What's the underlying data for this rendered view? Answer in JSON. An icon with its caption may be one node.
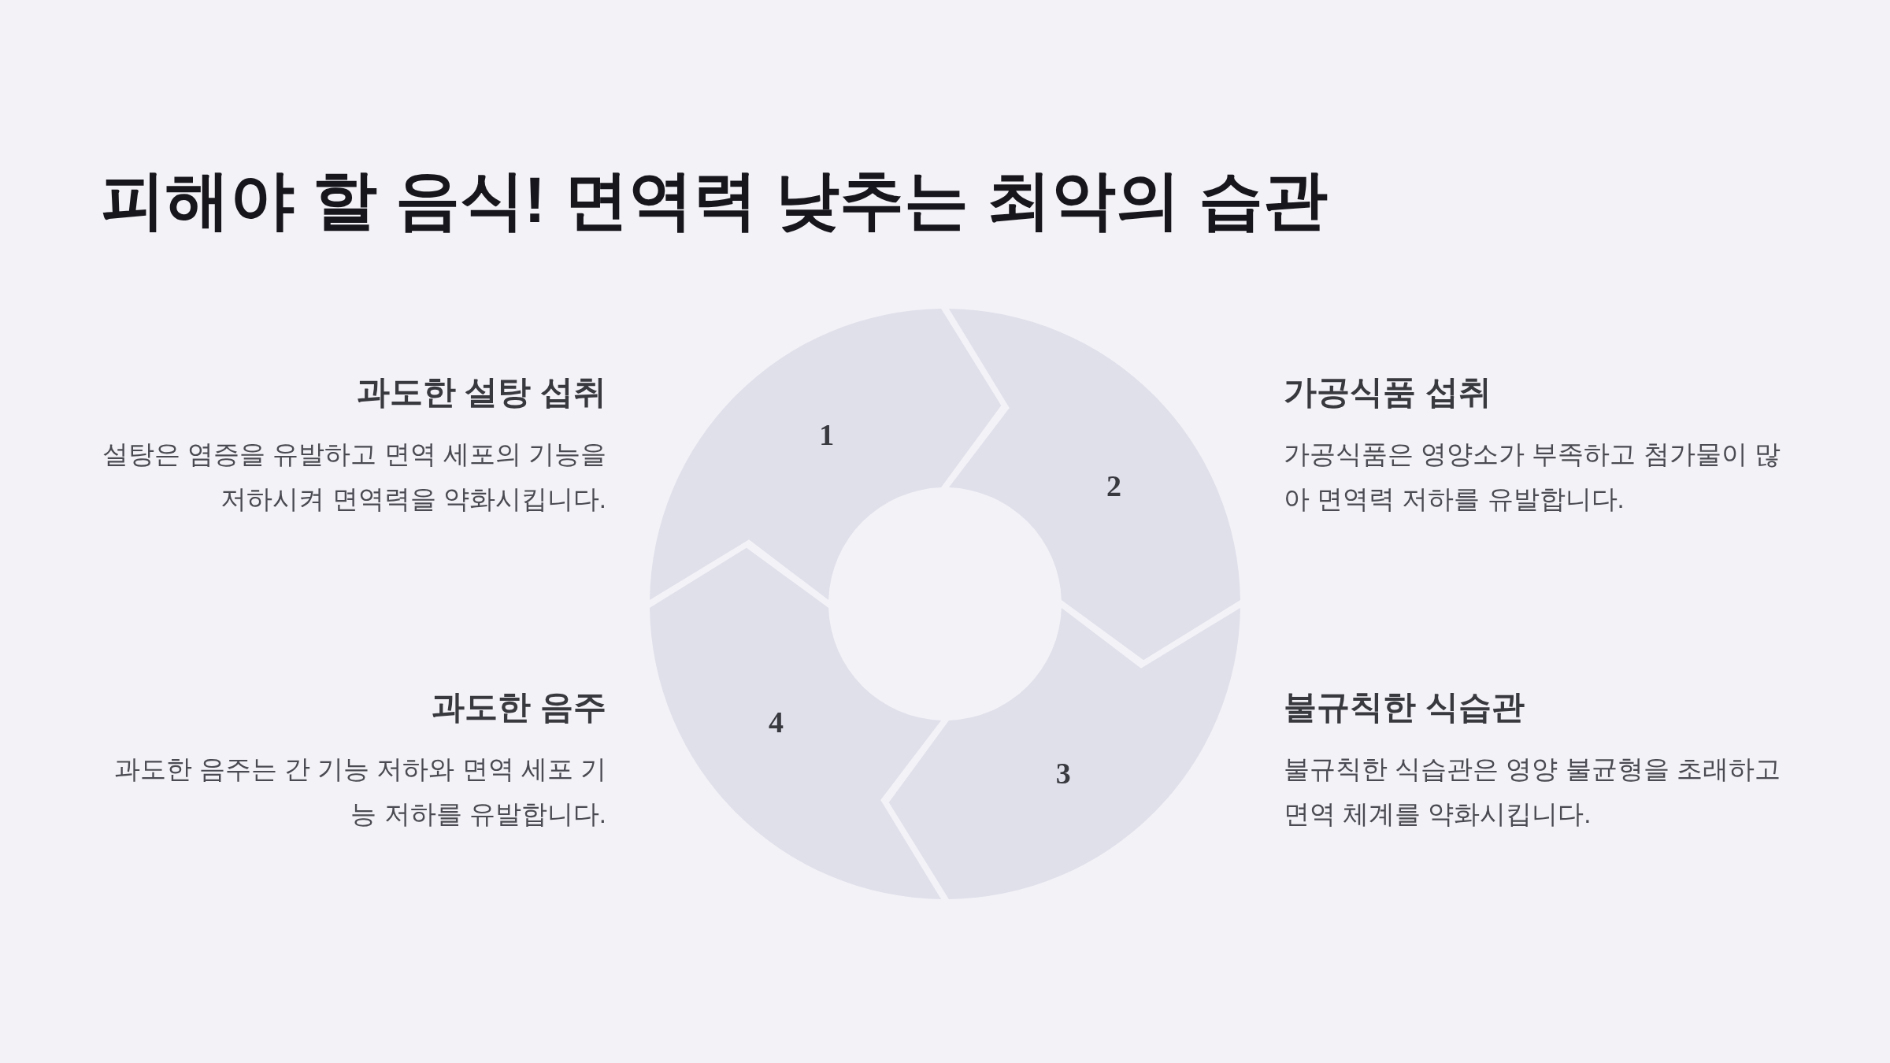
{
  "diagram": {
    "title": "피해야 할 음식! 면역력 낮추는 최악의 습관",
    "nodes": [
      {
        "text": [
          "1"
        ],
        "beside": [
          "과도한 설탕 섭취",
          "설탕은 염증을 유발하고 면역 세포의 기능을 저하시켜 면역력을 약화시킵니다."
        ]
      },
      {
        "text": [
          "2"
        ],
        "beside": [
          "가공식품 섭취",
          "가공식품은 영양소가 부족하고 첨가물이 많아 면역력 저하를 유발합니다."
        ]
      },
      {
        "text": [
          "3"
        ],
        "beside": [
          "불규칙한 식습관",
          "불규칙한 식습관은 영양 불균형을 초래하고 면역 체계를 약화시킵니다."
        ]
      },
      {
        "text": [
          "4"
        ],
        "beside": [
          "과도한 음주",
          "과도한 음주는 간 기능 저하와 면역 세포 기능 저하를 유발합니다."
        ]
      }
    ]
  }
}
